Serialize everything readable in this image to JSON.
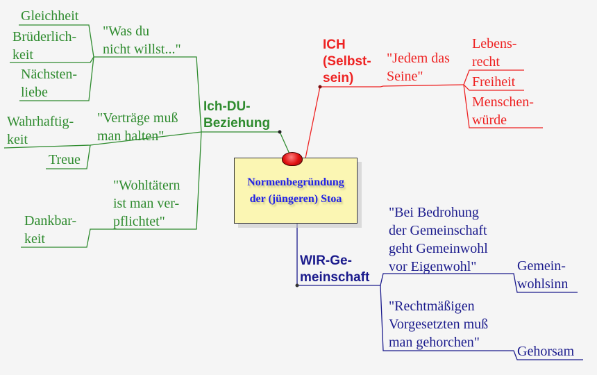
{
  "center": {
    "lines": [
      "Normenbegründung",
      "der (jüngeren) Stoa"
    ]
  },
  "branches": {
    "ich_du": {
      "title": [
        "Ich-DU-",
        "Beziehung"
      ],
      "groups": [
        {
          "label": [
            "\"Was du",
            "nicht willst...\""
          ],
          "children": [
            [
              "Gleichheit"
            ],
            [
              "Brüderlich-",
              "keit"
            ],
            [
              "Nächsten-",
              "liebe"
            ]
          ]
        },
        {
          "label": [
            "\"Verträge muß",
            "man halten\""
          ],
          "children": [
            [
              "Wahrhaftig-",
              "keit"
            ],
            [
              "Treue"
            ]
          ]
        },
        {
          "label": [
            "\"Wohltätern",
            "ist man ver-",
            "pflichtet\""
          ],
          "children": [
            [
              "Dankbar-",
              "keit"
            ]
          ]
        }
      ]
    },
    "ich": {
      "title": [
        "ICH",
        "(Selbst-",
        "sein)"
      ],
      "groups": [
        {
          "label": [
            "\"Jedem das",
            "Seine\""
          ],
          "children": [
            [
              "Lebens-",
              "recht"
            ],
            [
              "Freiheit"
            ],
            [
              "Menschen-",
              "würde"
            ]
          ]
        }
      ]
    },
    "wir": {
      "title": [
        "WIR-Ge-",
        "meinschaft"
      ],
      "groups": [
        {
          "label": [
            "\"Bei Bedrohung",
            "der Gemeinschaft",
            "geht Gemeinwohl",
            "vor Eigenwohl\""
          ],
          "children": [
            [
              "Gemein-",
              "wohlsinn"
            ]
          ]
        },
        {
          "label": [
            "\"Rechtmäßigen",
            "Vorgesetzten muß",
            "man gehorchen\""
          ],
          "children": [
            [
              "Gehorsam"
            ]
          ]
        }
      ]
    }
  },
  "colors": {
    "green": "#2e8b2e",
    "red": "#ee2222",
    "navy": "#1a1a8c",
    "center_text": "#2323e6",
    "note": "#fbf6b3"
  }
}
